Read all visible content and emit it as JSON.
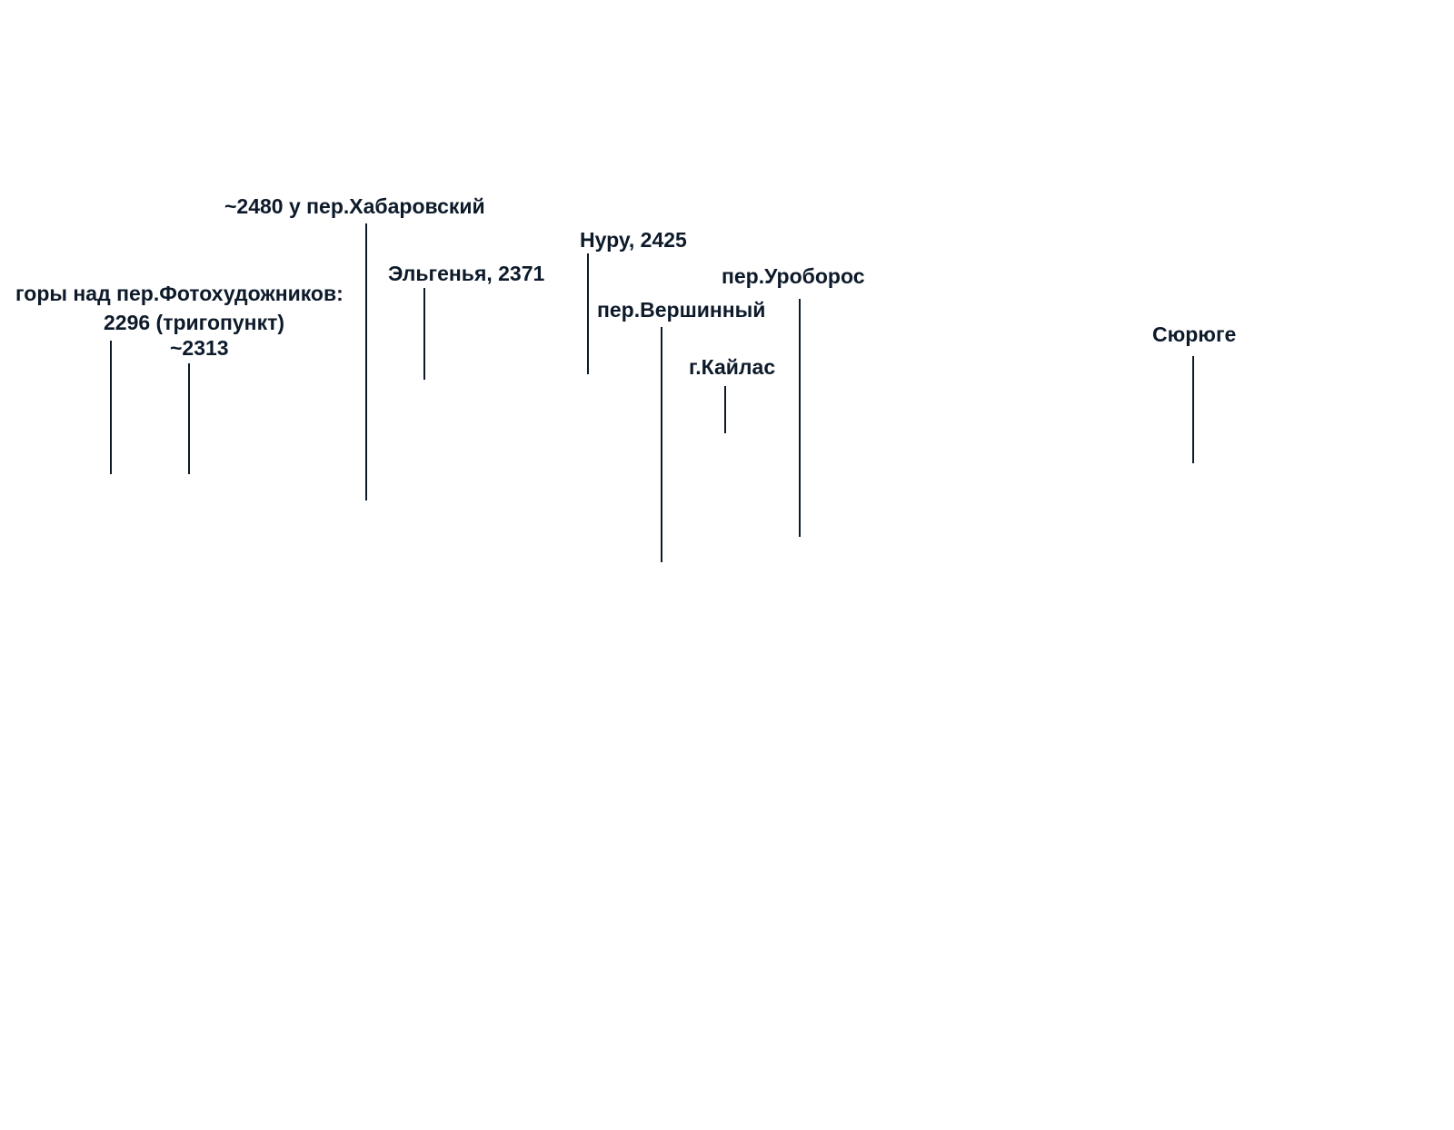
{
  "diagram": {
    "ink_color": "#0d1a2a",
    "labels": {
      "khabarovsky": "~2480 у пер.Хабаровский",
      "nuru": "Нуру, 2425",
      "elgenya": "Эльгенья, 2371",
      "uroboros": "пер.Уроборос",
      "fotokhudozhnikov": "горы над пер.Фотохудожников:",
      "trigopunkt": "2296 (тригопункт)",
      "vershinny": "пер.Вершинный",
      "syuryuge": "Сюрюге",
      "peak_2313": "~2313",
      "kailas": "г.Кайлас"
    }
  }
}
